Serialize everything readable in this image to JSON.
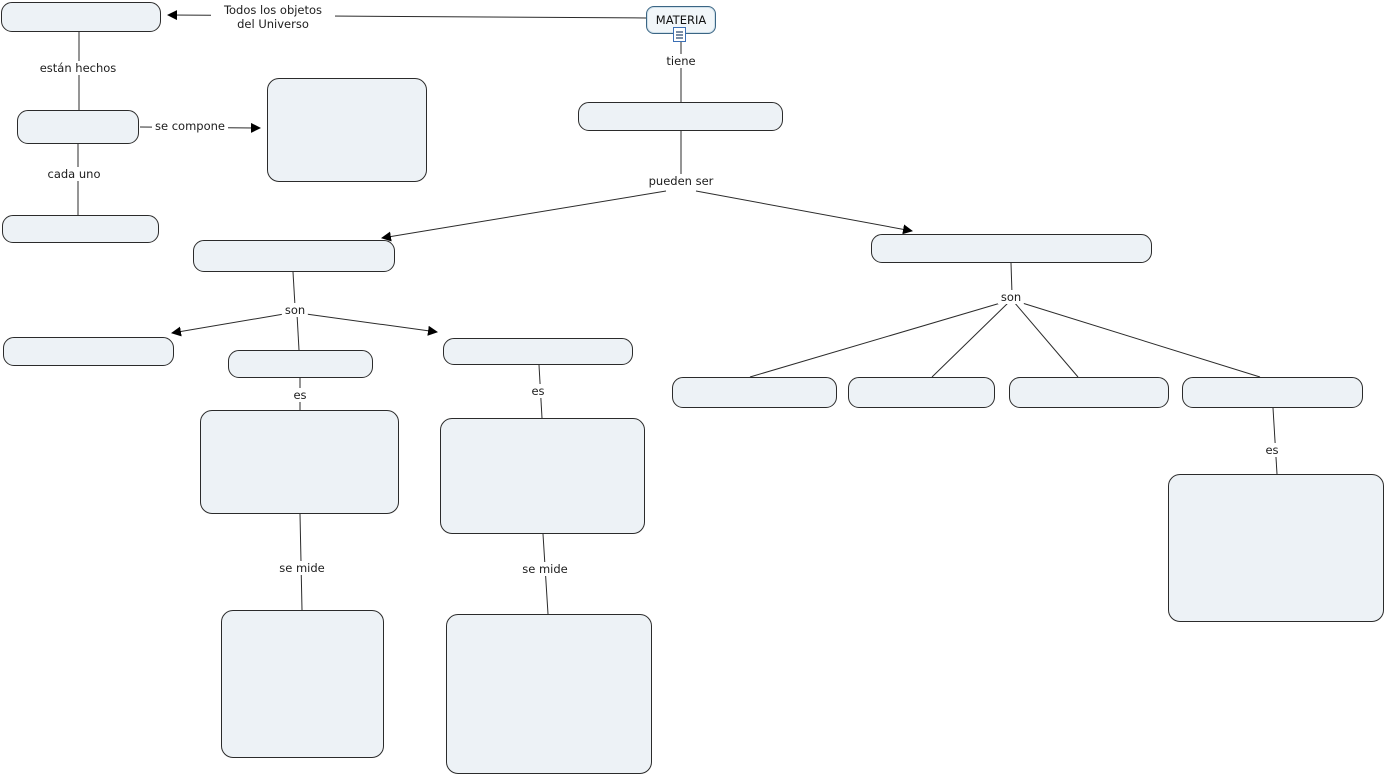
{
  "map": {
    "title": "MATERIA"
  },
  "colors": {
    "background": "#ffffff",
    "node_fill": "#edf2f6",
    "node_border": "#2b2b2b",
    "root_border": "#3a6584",
    "icon_accent": "#3b6fb5",
    "line_color": "#2b2b2b",
    "text_color": "#1c1c1c"
  },
  "labels": {
    "todos_los_objetos": "Todos los objetos del Universo",
    "estan_hechos": "están hechos",
    "se_compone": "se compone",
    "cada_uno": "cada uno",
    "tiene": "tiene",
    "pueden_ser": "pueden ser",
    "son_left": "son",
    "es_mid": "es",
    "es_right": "es",
    "se_mide_left": "se mide",
    "se_mide_right": "se mide",
    "son_right": "son",
    "es_far_right": "es"
  },
  "icons": {
    "resource_icon": "document-resource-icon"
  },
  "nodes": [
    {
      "id": "materia",
      "text": "MATERIA"
    },
    {
      "id": "concept-top-left",
      "text": ""
    },
    {
      "id": "concept-left-2",
      "text": ""
    },
    {
      "id": "concept-se-compone-target",
      "text": ""
    },
    {
      "id": "concept-cada-uno-target",
      "text": ""
    },
    {
      "id": "concept-tiene-target",
      "text": ""
    },
    {
      "id": "concept-left-branch",
      "text": ""
    },
    {
      "id": "concept-right-branch",
      "text": ""
    },
    {
      "id": "concept-son-left-1",
      "text": ""
    },
    {
      "id": "concept-son-left-2",
      "text": ""
    },
    {
      "id": "concept-son-left-3",
      "text": ""
    },
    {
      "id": "concept-es-mid-target",
      "text": ""
    },
    {
      "id": "concept-es-right-target",
      "text": ""
    },
    {
      "id": "concept-se-mide-left-target",
      "text": ""
    },
    {
      "id": "concept-se-mide-right-target",
      "text": ""
    },
    {
      "id": "concept-right-1",
      "text": ""
    },
    {
      "id": "concept-right-2",
      "text": ""
    },
    {
      "id": "concept-right-3",
      "text": ""
    },
    {
      "id": "concept-right-4",
      "text": ""
    },
    {
      "id": "concept-es-far-right-target",
      "text": ""
    }
  ]
}
